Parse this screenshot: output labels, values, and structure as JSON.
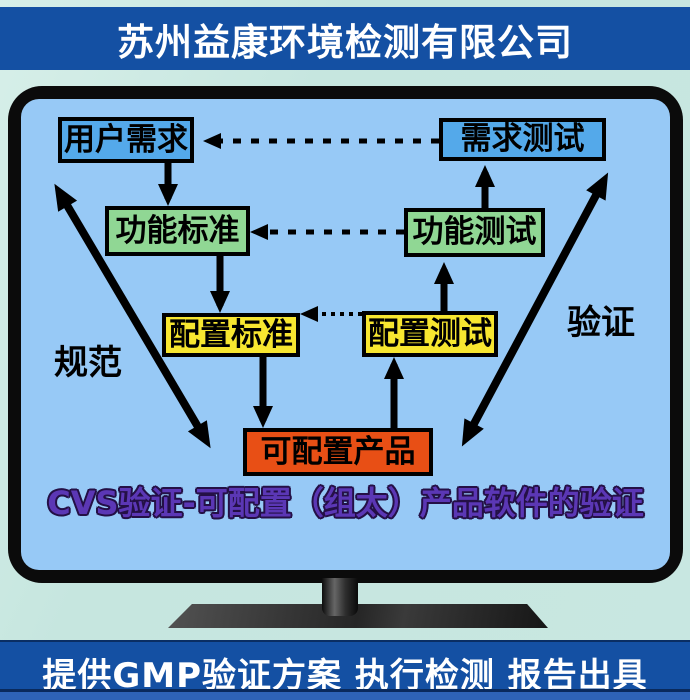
{
  "header": {
    "company_name": "苏州益康环境检测有限公司"
  },
  "footer": {
    "tagline": "提供GMP验证方案 执行检测 报告出具"
  },
  "diagram": {
    "caption": "CVS验证-可配置（组太）产品软件的验证",
    "side_labels": {
      "left": "规范",
      "right": "验证"
    },
    "boxes": [
      {
        "id": "user-requirements",
        "label": "用户需求",
        "fill": "#54a9ea"
      },
      {
        "id": "requirement-testing",
        "label": "需求测试",
        "fill": "#54a9ea"
      },
      {
        "id": "functional-standard",
        "label": "功能标准",
        "fill": "#90d794"
      },
      {
        "id": "functional-testing",
        "label": "功能测试",
        "fill": "#90d794"
      },
      {
        "id": "configuration-standard",
        "label": "配置标准",
        "fill": "#f7e630"
      },
      {
        "id": "configuration-testing",
        "label": "配置测试",
        "fill": "#f7e630"
      },
      {
        "id": "configurable-product",
        "label": "可配置产品",
        "fill": "#e84f15"
      }
    ],
    "edges": [
      {
        "from": "用户需求",
        "to": "功能标准",
        "style": "solid-arrow-down"
      },
      {
        "from": "功能标准",
        "to": "配置标准",
        "style": "solid-arrow-down"
      },
      {
        "from": "配置标准",
        "to": "可配置产品",
        "style": "solid-arrow-down"
      },
      {
        "from": "可配置产品",
        "to": "配置测试",
        "style": "solid-arrow-up"
      },
      {
        "from": "配置测试",
        "to": "功能测试",
        "style": "solid-arrow-up"
      },
      {
        "from": "功能测试",
        "to": "需求测试",
        "style": "solid-arrow-up"
      },
      {
        "from": "需求测试",
        "to": "用户需求",
        "style": "dashed-arrow-left"
      },
      {
        "from": "功能测试",
        "to": "功能标准",
        "style": "dashed-arrow-left"
      },
      {
        "from": "配置测试",
        "to": "配置标准",
        "style": "dotted-arrow-left"
      },
      {
        "from": "规范侧",
        "to": "",
        "style": "double-headed-diagonal"
      },
      {
        "from": "验证侧",
        "to": "",
        "style": "double-headed-diagonal"
      }
    ],
    "colors": {
      "page_bg": "#c8e7e1",
      "banner_bg": "#1450a3",
      "screen_bg": "#97c9f6",
      "caption_color": "#5b37b5",
      "box_blue": "#54a9ea",
      "box_green": "#90d794",
      "box_yellow": "#f7e630",
      "box_orange": "#e84f15",
      "arrow_color": "#000000"
    }
  }
}
